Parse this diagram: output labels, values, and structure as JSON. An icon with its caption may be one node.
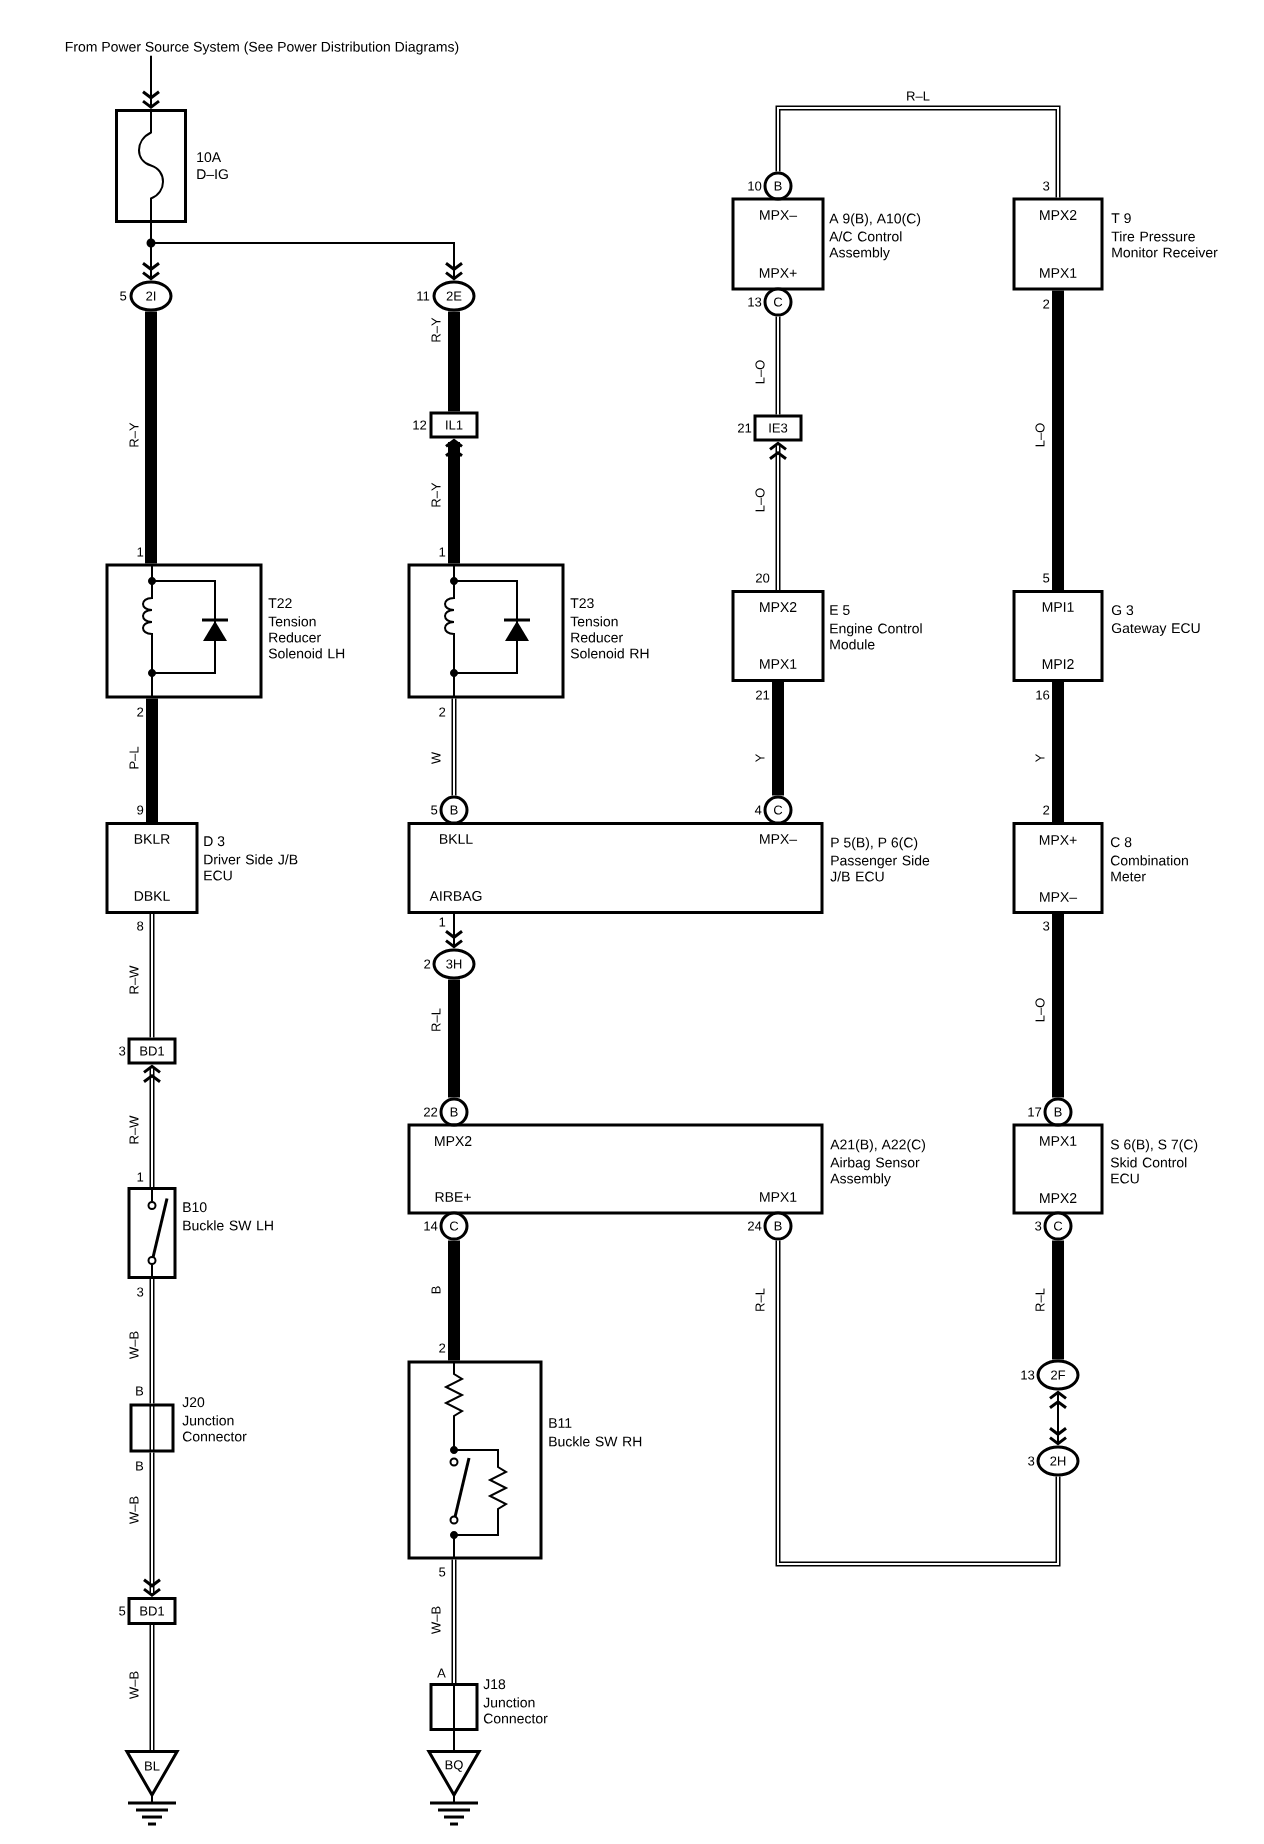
{
  "diagram": {
    "nodes": [
      {
        "text": [
          "From Power Source System (See Power Distribution Diagrams)"
        ]
      },
      {
        "text": [],
        "shape": "box",
        "beside": [
          "10A",
          "D–IG"
        ]
      },
      {
        "text": [
          "2I"
        ],
        "beside": [
          "5"
        ]
      },
      {
        "text": [
          "2E"
        ],
        "beside": [
          "11"
        ]
      },
      {
        "text": [
          "IL1"
        ],
        "beside": [
          "12"
        ]
      },
      {
        "text": [],
        "shape": "box",
        "beside": [
          "T22",
          "Tension Reducer Solenoid LH",
          "1",
          "2"
        ]
      },
      {
        "text": [],
        "shape": "box",
        "beside": [
          "T23",
          "Tension Reducer Solenoid RH",
          "1",
          "2"
        ]
      },
      {
        "text": [
          "B"
        ],
        "beside": [
          "10"
        ]
      },
      {
        "text": [
          "MPX–",
          "MPX+"
        ],
        "beside": [
          "A 9(B), A10(C)",
          "A/C Control Assembly"
        ]
      },
      {
        "text": [
          "C"
        ],
        "beside": [
          "13"
        ]
      },
      {
        "text": [
          "MPX2",
          "MPX1"
        ],
        "beside": [
          "T 9",
          "Tire Pressure Monitor Receiver",
          "3",
          "2"
        ]
      },
      {
        "text": [
          "IE3"
        ],
        "beside": [
          "21"
        ]
      },
      {
        "text": [
          "MPX2",
          "MPX1"
        ],
        "beside": [
          "E 5",
          "Engine Control Module",
          "20",
          "21"
        ]
      },
      {
        "text": [
          "MPI1",
          "MPI2"
        ],
        "beside": [
          "G 3",
          "Gateway ECU",
          "5",
          "16"
        ]
      },
      {
        "text": [
          "BKLR",
          "DBKL"
        ],
        "beside": [
          "D 3",
          "Driver Side J/B ECU",
          "9",
          "8"
        ]
      },
      {
        "text": [
          "B"
        ],
        "beside": [
          "5"
        ]
      },
      {
        "text": [
          "C"
        ],
        "beside": [
          "4"
        ]
      },
      {
        "text": [
          "BKLL",
          "MPX–",
          "AIRBAG"
        ],
        "beside": [
          "P 5(B), P 6(C)",
          "Passenger Side J/B ECU",
          "1"
        ]
      },
      {
        "text": [
          "MPX+",
          "MPX–"
        ],
        "beside": [
          "C 8",
          "Combination Meter",
          "2",
          "3"
        ]
      },
      {
        "text": [
          "3H"
        ],
        "beside": [
          "2"
        ]
      },
      {
        "text": [
          "BD1"
        ],
        "beside": [
          "3"
        ]
      },
      {
        "text": [
          "B"
        ],
        "beside": [
          "22"
        ]
      },
      {
        "text": [
          "B"
        ],
        "beside": [
          "17"
        ]
      },
      {
        "text": [
          "MPX2",
          "RBE+",
          "MPX1"
        ],
        "beside": [
          "A21(B), A22(C)",
          "Airbag Sensor Assembly"
        ]
      },
      {
        "text": [
          "MPX1",
          "MPX2"
        ],
        "beside": [
          "S 6(B), S 7(C)",
          "Skid Control ECU"
        ]
      },
      {
        "text": [
          "C"
        ],
        "beside": [
          "14"
        ]
      },
      {
        "text": [
          "B"
        ],
        "beside": [
          "24"
        ]
      },
      {
        "text": [
          "C"
        ],
        "beside": [
          "3"
        ]
      },
      {
        "text": [],
        "shape": "box",
        "beside": [
          "B10",
          "Buckle SW LH",
          "1",
          "3"
        ]
      },
      {
        "text": [],
        "shape": "box",
        "beside": [
          "B11",
          "Buckle SW RH",
          "2",
          "5"
        ]
      },
      {
        "text": [
          "2F"
        ],
        "beside": [
          "13"
        ]
      },
      {
        "text": [],
        "shape": "box",
        "beside": [
          "J20",
          "Junction Connector",
          "B",
          "B"
        ]
      },
      {
        "text": [
          "2H"
        ],
        "beside": [
          "3"
        ]
      },
      {
        "text": [
          "BD1"
        ],
        "beside": [
          "5"
        ]
      },
      {
        "text": [],
        "shape": "box",
        "beside": [
          "J18",
          "Junction Connector",
          "A"
        ]
      },
      {
        "text": [
          "BL"
        ]
      },
      {
        "text": [
          "BQ"
        ]
      }
    ],
    "edges": [
      {
        "from": 0,
        "to": 1,
        "arrow": "to"
      },
      {
        "from": 1,
        "to": 2,
        "arrow": "to"
      },
      {
        "from": 1,
        "to": 3,
        "arrow": "to"
      },
      {
        "from": 3,
        "to": 4,
        "arrow": "none",
        "label": "R–Y",
        "style": "thick"
      },
      {
        "from": 2,
        "to": 5,
        "arrow": "none",
        "label": "R–Y",
        "style": "thick"
      },
      {
        "from": 6,
        "to": 4,
        "arrow": "to",
        "label": "R–Y",
        "style": "thick"
      },
      {
        "from": 5,
        "to": 14,
        "arrow": "none",
        "label": "P–L",
        "style": "thick"
      },
      {
        "from": 6,
        "to": 15,
        "arrow": "none",
        "label": "W"
      },
      {
        "from": 14,
        "to": 20,
        "arrow": "none",
        "label": "R–W"
      },
      {
        "from": 28,
        "to": 20,
        "arrow": "to",
        "label": "R–W"
      },
      {
        "from": 28,
        "to": 31,
        "arrow": "none",
        "label": "W–B"
      },
      {
        "from": 31,
        "to": 33,
        "arrow": "to",
        "label": "W–B"
      },
      {
        "from": 33,
        "to": 35,
        "arrow": "none",
        "label": "W–B"
      },
      {
        "from": 7,
        "to": 10,
        "arrow": "none",
        "label": "R–L"
      },
      {
        "from": 9,
        "to": 11,
        "arrow": "none",
        "label": "L–O"
      },
      {
        "from": 12,
        "to": 11,
        "arrow": "to",
        "label": "L–O"
      },
      {
        "from": 10,
        "to": 13,
        "arrow": "none",
        "label": "L–O",
        "style": "thick"
      },
      {
        "from": 12,
        "to": 16,
        "arrow": "none",
        "label": "Y",
        "style": "thick"
      },
      {
        "from": 13,
        "to": 18,
        "arrow": "none",
        "label": "Y",
        "style": "thick"
      },
      {
        "from": 17,
        "to": 19,
        "arrow": "to"
      },
      {
        "from": 19,
        "to": 21,
        "arrow": "none",
        "label": "R–L",
        "style": "thick"
      },
      {
        "from": 18,
        "to": 22,
        "arrow": "none",
        "label": "L–O",
        "style": "thick"
      },
      {
        "from": 25,
        "to": 29,
        "arrow": "none",
        "label": "B",
        "style": "thick"
      },
      {
        "from": 29,
        "to": 34,
        "arrow": "none",
        "label": "W–B"
      },
      {
        "from": 34,
        "to": 36,
        "arrow": "none"
      },
      {
        "from": 26,
        "to": 32,
        "arrow": "none",
        "label": "R–L"
      },
      {
        "from": 27,
        "to": 30,
        "arrow": "none",
        "label": "R–L",
        "style": "thick"
      },
      {
        "from": 30,
        "to": 32,
        "arrow": "both"
      }
    ]
  }
}
